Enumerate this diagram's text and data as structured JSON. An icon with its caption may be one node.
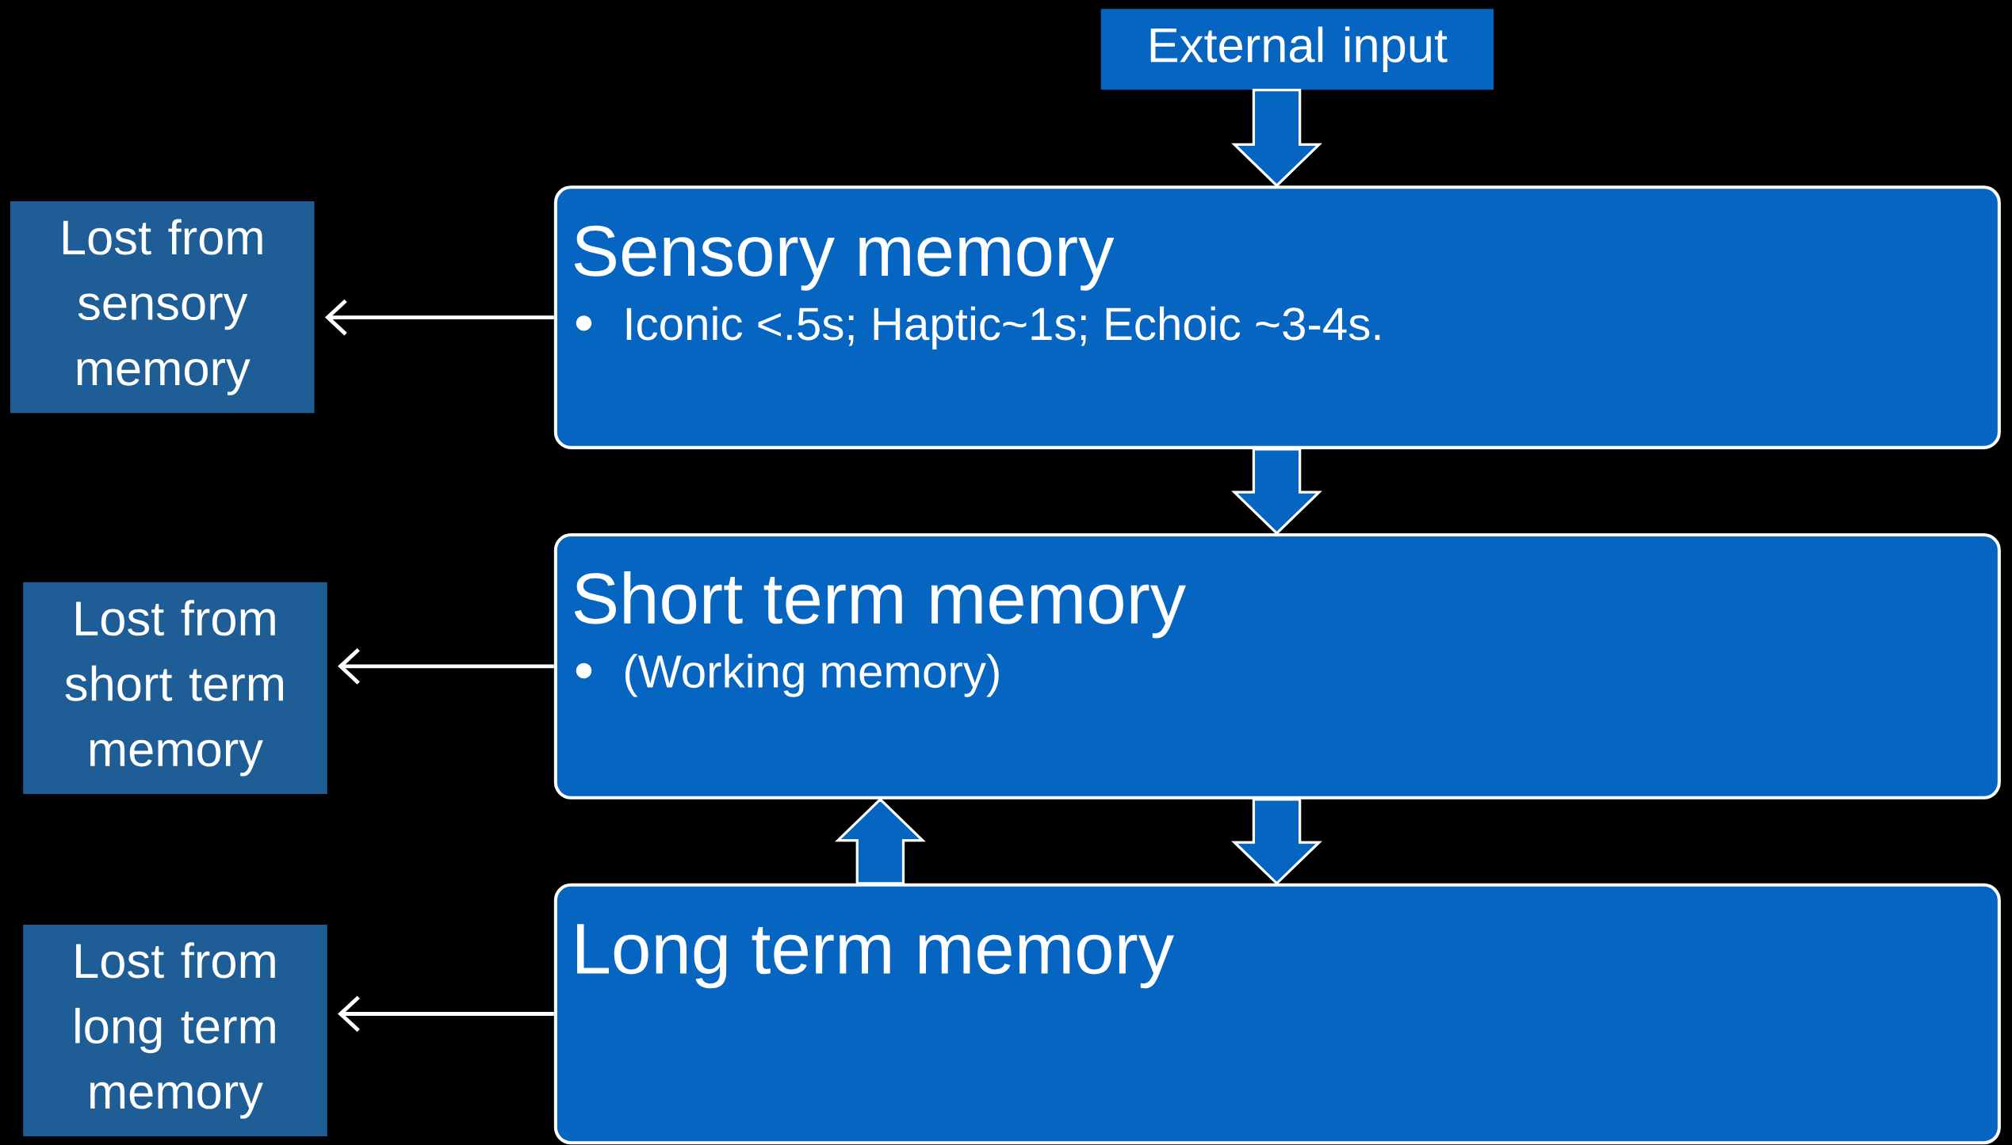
{
  "diagram": {
    "nodes": [
      {
        "text": [
          "External input"
        ]
      },
      {
        "text": [
          "Sensory memory",
          "Iconic <.5s;  Haptic~1s;  Echoic ~3-4s."
        ]
      },
      {
        "text": [
          "Lost from sensory memory"
        ]
      },
      {
        "text": [
          "Short term memory",
          "(Working memory)"
        ]
      },
      {
        "text": [
          "Lost from short term memory"
        ]
      },
      {
        "text": [
          "Long term memory"
        ]
      },
      {
        "text": [
          "Lost from long term memory"
        ]
      }
    ],
    "edges": [
      {
        "from": 0,
        "to": 1,
        "arrow": "to",
        "style": "thick"
      },
      {
        "from": 1,
        "to": 2,
        "arrow": "to"
      },
      {
        "from": 1,
        "to": 3,
        "arrow": "to",
        "style": "thick"
      },
      {
        "from": 3,
        "to": 4,
        "arrow": "to"
      },
      {
        "from": 3,
        "to": 5,
        "arrow": "to",
        "style": "thick"
      },
      {
        "from": 5,
        "to": 3,
        "arrow": "to",
        "style": "thick"
      },
      {
        "from": 5,
        "to": 6,
        "arrow": "to"
      }
    ]
  }
}
